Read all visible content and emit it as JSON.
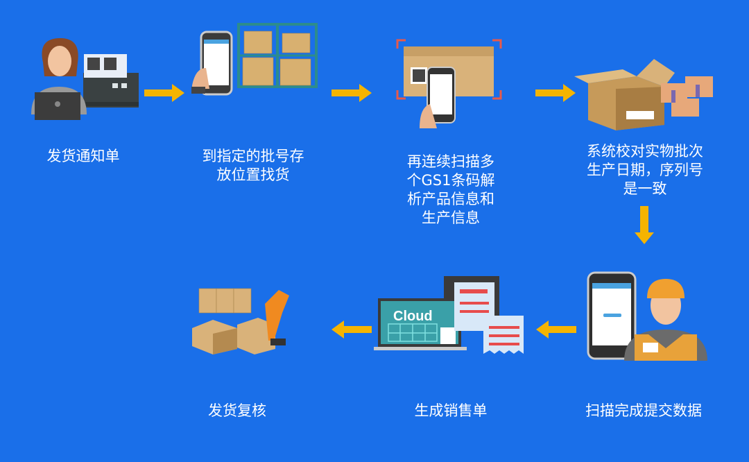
{
  "colors": {
    "background": "#1a6fe9",
    "arrow": "#f5b400",
    "text": "#ffffff"
  },
  "steps": [
    {
      "id": "shipping-notice",
      "lines": [
        "发货通知单"
      ],
      "icon": "person-laptop-printer-icon"
    },
    {
      "id": "find-goods",
      "lines": [
        "到指定的批号存",
        "放位置找货"
      ],
      "icon": "handheld-warehouse-shelf-icon"
    },
    {
      "id": "scan-gs1",
      "lines": [
        "再连续扫描多",
        "个GS1条码解",
        "析产品信息和",
        "生产信息"
      ],
      "icon": "scan-box-icon"
    },
    {
      "id": "verify",
      "lines": [
        "系统校对实物批次",
        "生产日期，序列号",
        "是一致"
      ],
      "icon": "open-box-icon"
    },
    {
      "id": "submit",
      "lines": [
        "扫描完成提交数据"
      ],
      "icon": "worker-handheld-icon"
    },
    {
      "id": "sales-order",
      "lines": [
        "生成销售单"
      ],
      "icon": "cloud-laptop-receipt-icon",
      "illustration_text": "Cloud"
    },
    {
      "id": "review",
      "lines": [
        "发货复核"
      ],
      "icon": "robot-arm-boxes-icon"
    }
  ]
}
